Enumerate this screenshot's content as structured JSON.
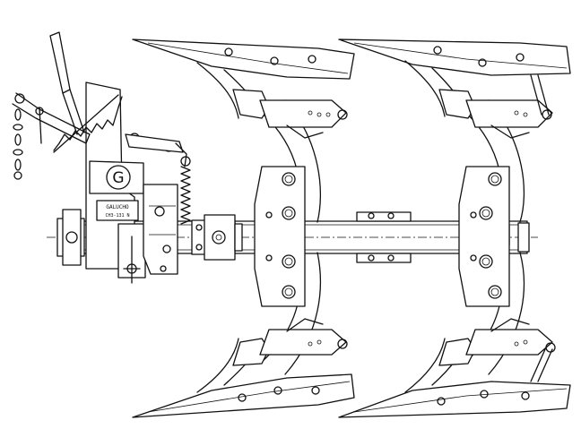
{
  "diagram": {
    "brand_letter": "G",
    "plate_line1": "GALUCHO",
    "plate_line2": "CH3-131 N"
  },
  "colors": {
    "line": "#111111",
    "background": "#ffffff"
  },
  "icons": [
    "plough-drawing",
    "brand-g-emblem",
    "arrow-tip-icon",
    "info-decal-icon"
  ]
}
